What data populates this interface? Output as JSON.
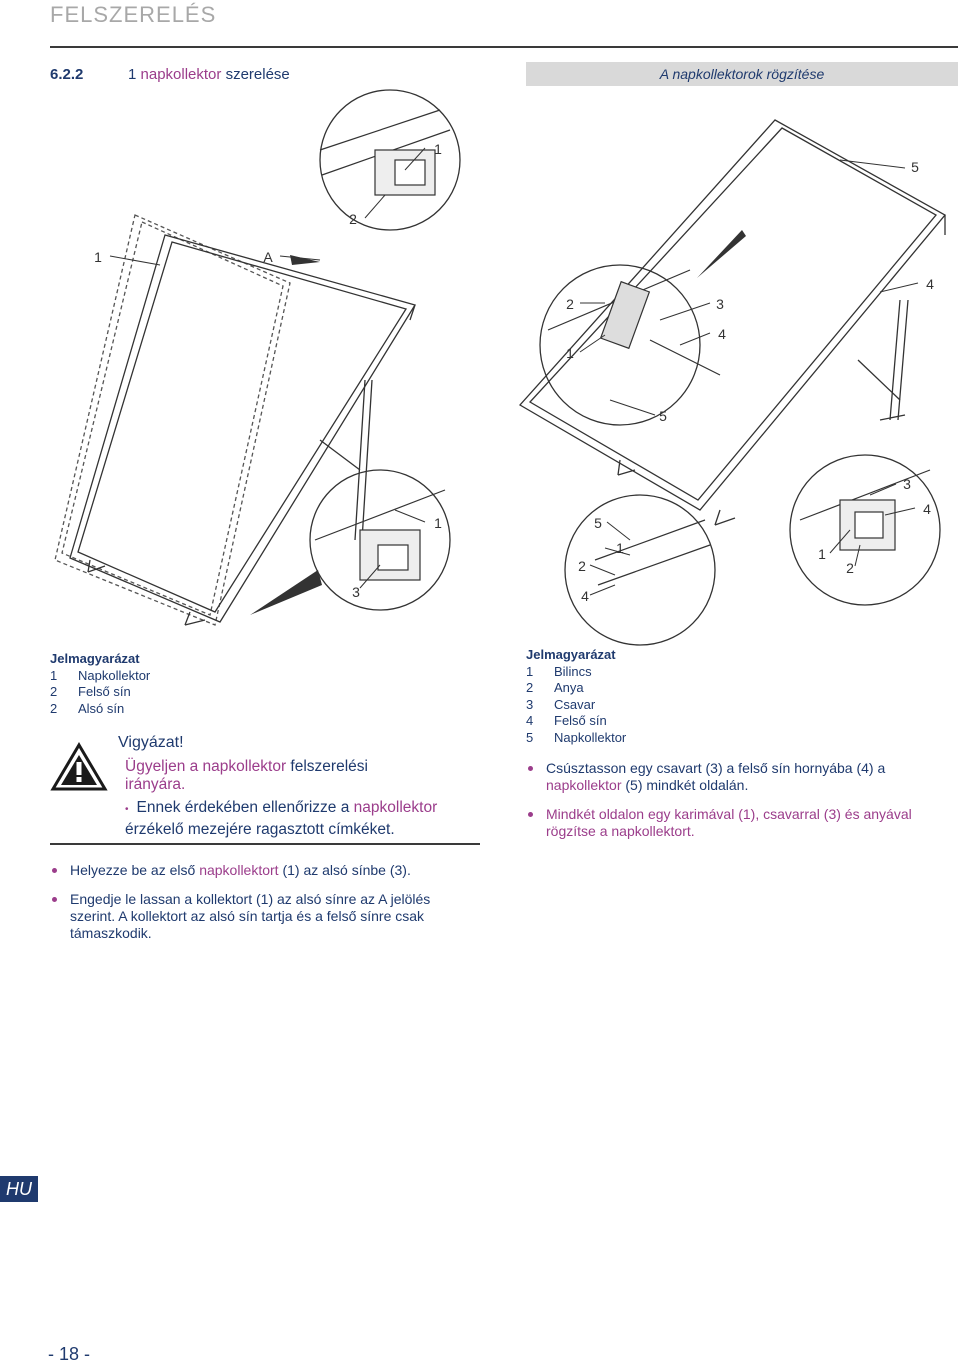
{
  "header": {
    "title": "FELSZERELÉS",
    "section_number": "6.2.2",
    "section_title_prefix": "1 ",
    "section_title_mag": "napkollektor",
    "section_title_suffix": " szerelése",
    "section_right_title": "A napkollektorok rögzítése"
  },
  "figure_labels": {
    "a": "A",
    "one": "1",
    "two": "2",
    "three": "3",
    "four": "4",
    "five": "5"
  },
  "legend_left": {
    "heading": "Jelmagyarázat",
    "items": [
      {
        "num": "1",
        "label": "Napkollektor"
      },
      {
        "num": "2",
        "label": "Felső sín"
      },
      {
        "num": "2",
        "label": "Alsó sín"
      }
    ]
  },
  "warning": {
    "title": "Vigyázat!",
    "line1_mag": "Ügyeljen a napkollektor",
    "line1_blue": " felszerelési",
    "line2": "irányára.",
    "sub_prefix": "Ennek érdekében ellenőrizze a ",
    "sub_mag": "napkollektor",
    "sub_suffix": "érzékelő mezejére ragasztott címkéket."
  },
  "bullets_left": [
    {
      "pre": "Helyezze be az első ",
      "mag": "napkollektort",
      "post": " (1) az alsó sínbe (3)."
    },
    {
      "pre": "Engedje le lassan a kollektort (1) az alsó sínre az A jelölés szerint. A kollektort az alsó sín tartja és a felső sínre csak támaszkodik.",
      "mag": "",
      "post": ""
    }
  ],
  "legend_right": {
    "heading": "Jelmagyarázat",
    "items": [
      {
        "num": "1",
        "label": "Bilincs"
      },
      {
        "num": "2",
        "label": "Anya"
      },
      {
        "num": "3",
        "label": "Csavar"
      },
      {
        "num": "4",
        "label": "Felső sín"
      },
      {
        "num": "5",
        "label": "Napkollektor"
      }
    ]
  },
  "bullets_right": [
    {
      "pre": "Csúsztasson egy csavart (3) a felső sín hornyába (4) a ",
      "mag": "napkollektor",
      "post": " (5) mindkét oldalán."
    },
    {
      "pre": "",
      "mag": "Mindkét oldalon egy karimával (1), csavarral (3) és anyával rögzítse a napkollektort.",
      "post": ""
    }
  ],
  "footer": {
    "lang_badge": "HU",
    "page_number": "- 18 -"
  },
  "colors": {
    "blue": "#1f3a6e",
    "magenta": "#9b3d8b",
    "header_gray": "#a8a8a8",
    "box_gray": "#d9d9d9"
  }
}
